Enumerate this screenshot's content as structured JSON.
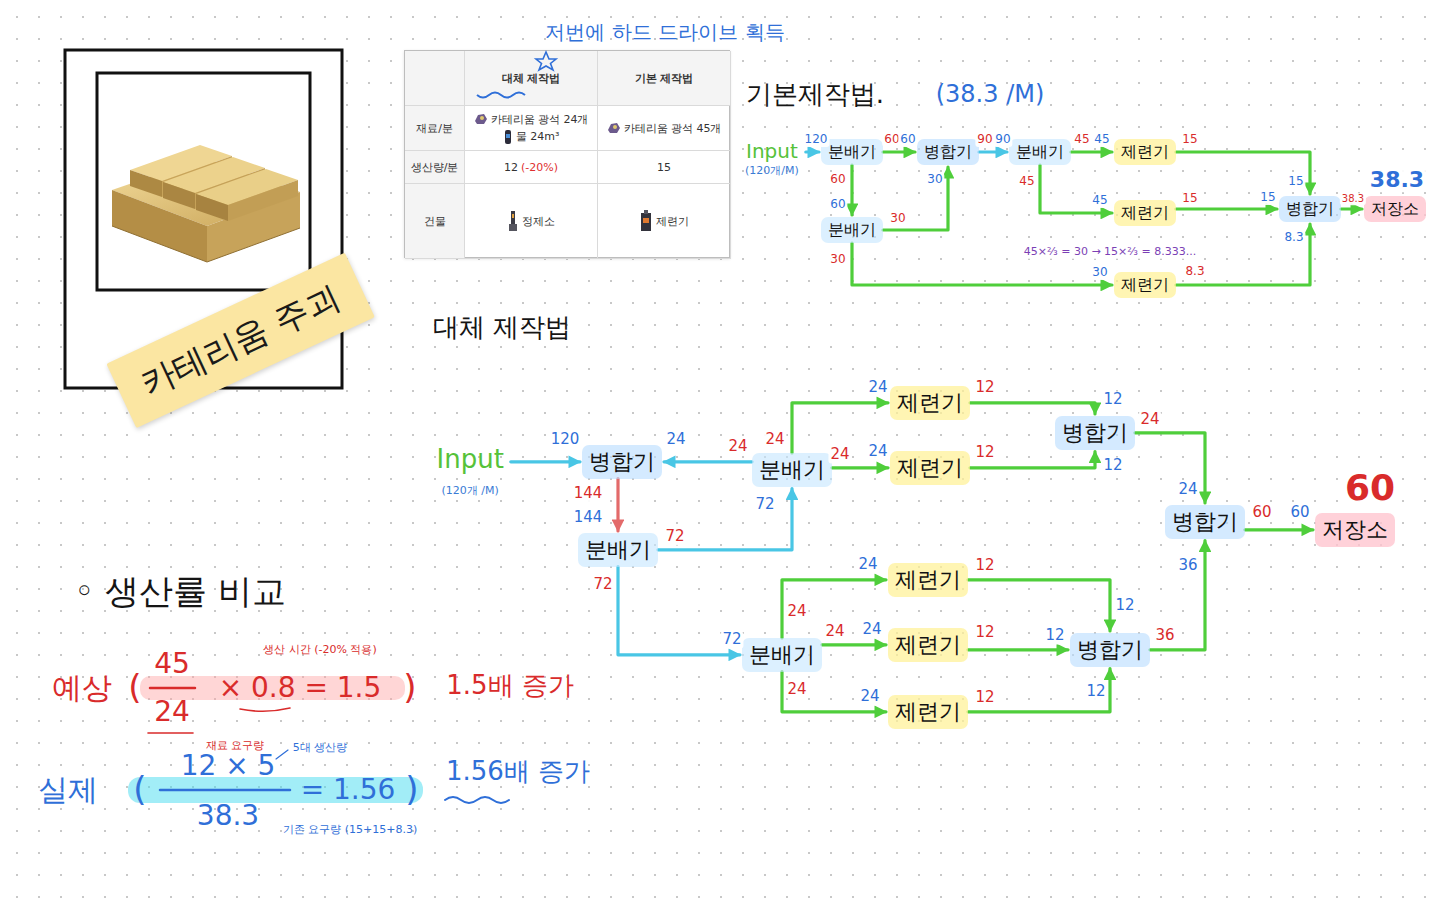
{
  "diagram": {
    "nodes": [
      {
        "text": [
          "카테리움 주괴"
        ]
      },
      {
        "text": [
          "Input",
          "(120개/M)"
        ]
      },
      {
        "text": [
          "분배기"
        ]
      },
      {
        "text": [
          "병합기"
        ]
      },
      {
        "text": [
          "분배기"
        ]
      },
      {
        "text": [
          "제련기"
        ]
      },
      {
        "text": [
          "제련기"
        ]
      },
      {
        "text": [
          "병합기"
        ]
      },
      {
        "text": [
          "저장소"
        ]
      },
      {
        "text": [
          "분배기"
        ]
      },
      {
        "text": [
          "제련기"
        ]
      },
      {
        "text": [
          "Input",
          "(120개 /M)"
        ]
      },
      {
        "text": [
          "병합기"
        ]
      },
      {
        "text": [
          "분배기"
        ]
      },
      {
        "text": [
          "분배기"
        ]
      },
      {
        "text": [
          "제련기"
        ]
      },
      {
        "text": [
          "제련기"
        ]
      },
      {
        "text": [
          "병합기"
        ]
      },
      {
        "text": [
          "병합기"
        ]
      },
      {
        "text": [
          "저장소"
        ]
      },
      {
        "text": [
          "분배기"
        ]
      },
      {
        "text": [
          "제련기"
        ]
      },
      {
        "text": [
          "제련기"
        ]
      },
      {
        "text": [
          "제련기"
        ]
      },
      {
        "text": [
          "병합기"
        ]
      }
    ],
    "edges": [
      {
        "from": 1,
        "to": 2,
        "arrow": "to"
      },
      {
        "from": 2,
        "to": 3,
        "arrow": "to"
      },
      {
        "from": 3,
        "to": 4,
        "arrow": "to"
      },
      {
        "from": 4,
        "to": 5,
        "arrow": "to"
      },
      {
        "from": 4,
        "to": 6,
        "arrow": "to"
      },
      {
        "from": 5,
        "to": 7,
        "arrow": "to"
      },
      {
        "from": 6,
        "to": 7,
        "arrow": "to"
      },
      {
        "from": 10,
        "to": 7,
        "arrow": "to"
      },
      {
        "from": 7,
        "to": 8,
        "arrow": "to"
      },
      {
        "from": 2,
        "to": 9,
        "arrow": "to"
      },
      {
        "from": 9,
        "to": 3,
        "arrow": "to"
      },
      {
        "from": 9,
        "to": 10,
        "arrow": "to"
      },
      {
        "from": 11,
        "to": 12,
        "arrow": "to"
      },
      {
        "from": 12,
        "to": 13,
        "arrow": "to"
      },
      {
        "from": 13,
        "to": 14,
        "arrow": "to"
      },
      {
        "from": 14,
        "to": 12,
        "arrow": "to"
      },
      {
        "from": 14,
        "to": 15,
        "arrow": "to"
      },
      {
        "from": 14,
        "to": 16,
        "arrow": "to"
      },
      {
        "from": 15,
        "to": 17,
        "arrow": "to"
      },
      {
        "from": 16,
        "to": 17,
        "arrow": "to"
      },
      {
        "from": 17,
        "to": 18,
        "arrow": "to"
      },
      {
        "from": 13,
        "to": 20,
        "arrow": "to"
      },
      {
        "from": 20,
        "to": 21,
        "arrow": "to"
      },
      {
        "from": 20,
        "to": 22,
        "arrow": "to"
      },
      {
        "from": 20,
        "to": 23,
        "arrow": "to"
      },
      {
        "from": 21,
        "to": 24,
        "arrow": "to"
      },
      {
        "from": 22,
        "to": 24,
        "arrow": "to"
      },
      {
        "from": 23,
        "to": 24,
        "arrow": "to"
      },
      {
        "from": 24,
        "to": 18,
        "arrow": "to"
      },
      {
        "from": 18,
        "to": 19,
        "arrow": "to"
      }
    ],
    "labels": [
      "저번에 하드 드라이브 획득",
      "대체 제작법",
      "기본 제작법",
      "재료/분",
      "카테리움 광석 24개",
      "물 24m³",
      "카테리움 광석 45개",
      "생산량/분",
      "12",
      "(-20%)",
      "15",
      "건물",
      "정제소",
      "제련기",
      "기본제작법.",
      "(38.3 /M)",
      "120",
      "60",
      "60",
      "90",
      "90",
      "45",
      "45",
      "15",
      "15",
      "45",
      "45",
      "15",
      "15",
      "38.3",
      "38.3",
      "60",
      "60",
      "30",
      "30",
      "30",
      "30",
      "8.3",
      "8.3",
      "45×⅔ = 30 → 15×⅔ = 8.333...",
      "대체 제작법",
      "120",
      "24",
      "24",
      "24",
      "24",
      "72",
      "24",
      "12",
      "24",
      "12",
      "12",
      "12",
      "24",
      "24",
      "36",
      "60",
      "60",
      "60",
      "144",
      "144",
      "72",
      "72",
      "72",
      "24",
      "12",
      "24",
      "24",
      "24",
      "12",
      "24",
      "24",
      "12",
      "12",
      "12",
      "12",
      "36",
      "◦ 생산률 비교",
      "예상",
      "(",
      "45",
      "24",
      "× 0.8 = 1.5",
      ")",
      "생산 시간 (-20% 적용)",
      "재료 요구량",
      "1.5배 증가",
      "실제",
      "(",
      "12 × 5",
      "38.3",
      "= 1.56",
      ")",
      "5대 생산량",
      "기존 요구량 (15+15+8.3)",
      "1.56배 증가"
    ]
  }
}
